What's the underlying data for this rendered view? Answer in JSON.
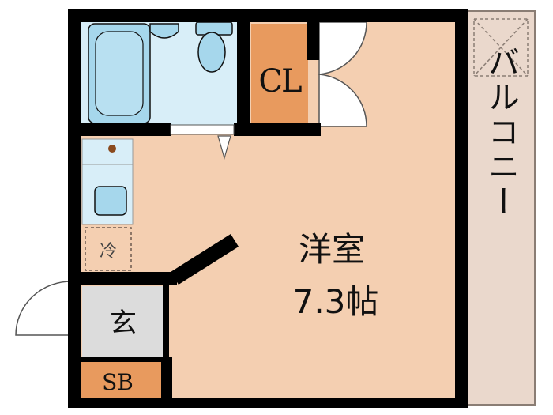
{
  "rooms": {
    "main": {
      "name": "洋室",
      "size": "7.3帖"
    },
    "closet": "CL",
    "balcony": "バルコニー",
    "entrance": "玄",
    "fridge": "冷",
    "shoe_box": "SB"
  },
  "colors": {
    "wall": "#000000",
    "main_room": "#f4cfb1",
    "closet": "#e89a5e",
    "shoe_box": "#e89a5e",
    "bath": "#d8eef8",
    "fixture": "#a6d7ec",
    "balcony": "#ead8cc",
    "entrance": "#dcdcdc",
    "fridge": "#f4cfb1",
    "door_swing": "#ffffff"
  }
}
